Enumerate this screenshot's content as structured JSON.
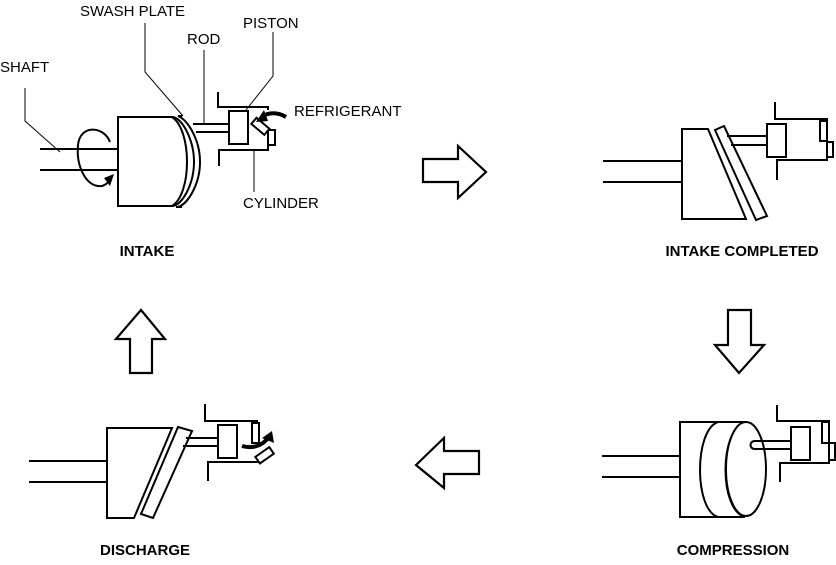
{
  "diagram": {
    "title": "Swash plate compressor operation cycle",
    "part_labels": {
      "shaft": "SHAFT",
      "swash_plate": "SWASH PLATE",
      "rod": "ROD",
      "piston": "PISTON",
      "refrigerant": "REFRIGERANT",
      "cylinder": "CYLINDER"
    },
    "stages": [
      {
        "id": "intake",
        "label": "INTAKE"
      },
      {
        "id": "intake-completed",
        "label": "INTAKE COMPLETED"
      },
      {
        "id": "compression",
        "label": "COMPRESSION"
      },
      {
        "id": "discharge",
        "label": "DISCHARGE"
      }
    ],
    "flow_arrows": [
      {
        "from": "INTAKE",
        "to": "INTAKE COMPLETED",
        "direction": "right"
      },
      {
        "from": "INTAKE COMPLETED",
        "to": "COMPRESSION",
        "direction": "down"
      },
      {
        "from": "COMPRESSION",
        "to": "DISCHARGE",
        "direction": "left"
      },
      {
        "from": "DISCHARGE",
        "to": "INTAKE",
        "direction": "up"
      }
    ]
  }
}
